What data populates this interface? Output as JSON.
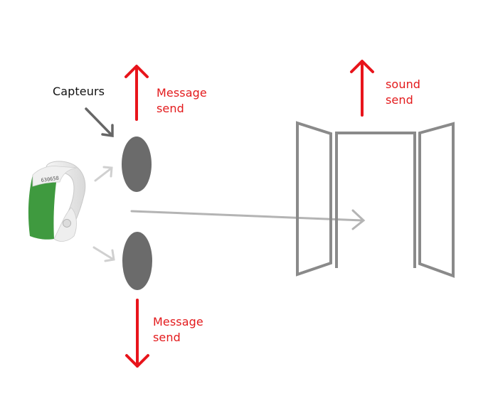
{
  "labels": {
    "capteurs": "Capteurs",
    "message_send_top": "Message\nsend",
    "message_send_bottom": "Message\nsend",
    "sound_send": "sound\nsend"
  },
  "wristband": {
    "code": "630658"
  },
  "colors": {
    "text_black": "#111111",
    "text_red": "#e31a1c",
    "arrow_red": "#e8141b",
    "sensor_gray": "#6b6b6b",
    "arrow_dark_gray": "#666666",
    "arrow_light_gray": "#d0d0d0",
    "beam_gray": "#b4b4b4",
    "door_gray": "#8a8a8a",
    "band_green": "#3f9a3f",
    "band_white": "#eeeeee"
  }
}
